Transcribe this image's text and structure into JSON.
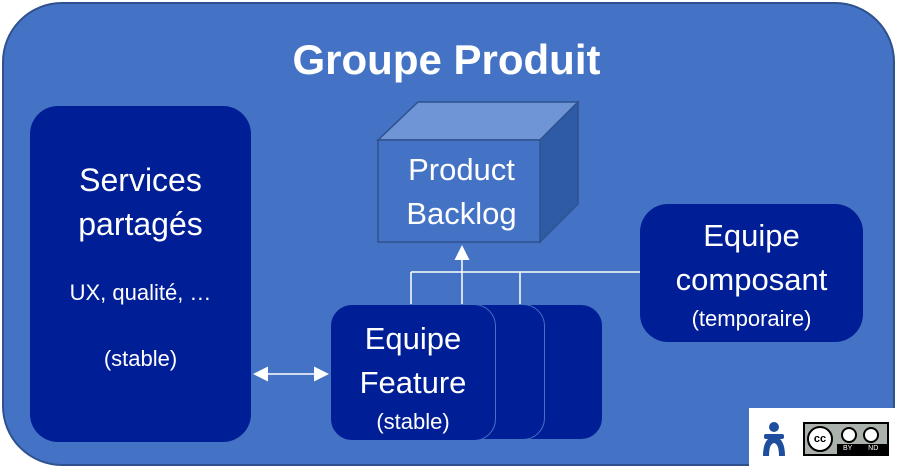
{
  "title": "Groupe Produit",
  "services": {
    "line1": "Services",
    "line2": "partagés",
    "detail": "UX, qualité, …",
    "status": "(stable)"
  },
  "backlog": {
    "line1": "Product",
    "line2": "Backlog"
  },
  "feature": {
    "line1": "Equipe",
    "line2": "Feature",
    "status": "(stable)"
  },
  "composant": {
    "line1": "Equipe",
    "line2": "composant",
    "status": "(temporaire)"
  },
  "license": {
    "badge_text": "cc",
    "labels": [
      "BY",
      "ND"
    ]
  },
  "colors": {
    "background": "#4472C4",
    "dark_box": "#001E96",
    "cube": "#4472C4",
    "border": "#2F528F",
    "text": "#FFFFFF",
    "logo": "#1F4E9E"
  }
}
